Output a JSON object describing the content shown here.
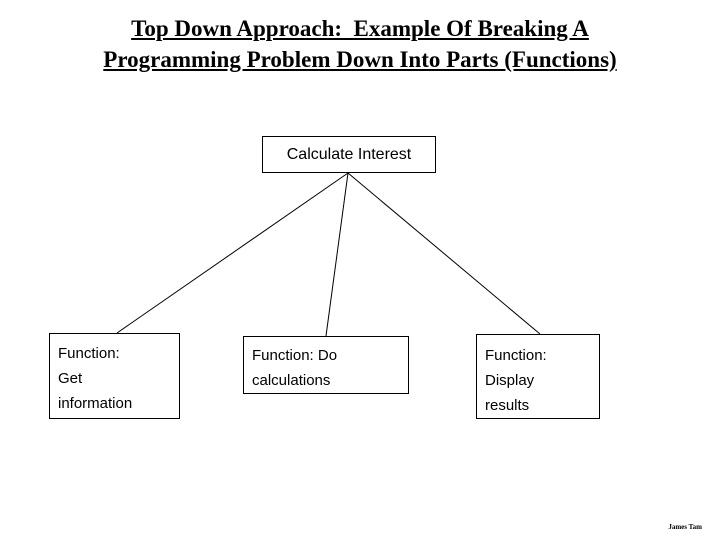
{
  "slide": {
    "background_color": "#ffffff",
    "ink_color": "#000000",
    "title": {
      "line1": "Top Down Approach:  Example Of Breaking A",
      "line2": "Programming Problem Down Into Parts (Functions)"
    },
    "credit": "James Tam"
  },
  "diagram": {
    "type": "tree",
    "root": {
      "label": "Calculate Interest"
    },
    "children": [
      {
        "line1": "Function:",
        "line2": "Get",
        "line3": "information"
      },
      {
        "line1": "Function: Do",
        "line2": "calculations",
        "line3": ""
      },
      {
        "line1": "Function:",
        "line2": "Display",
        "line3": "results"
      }
    ]
  }
}
